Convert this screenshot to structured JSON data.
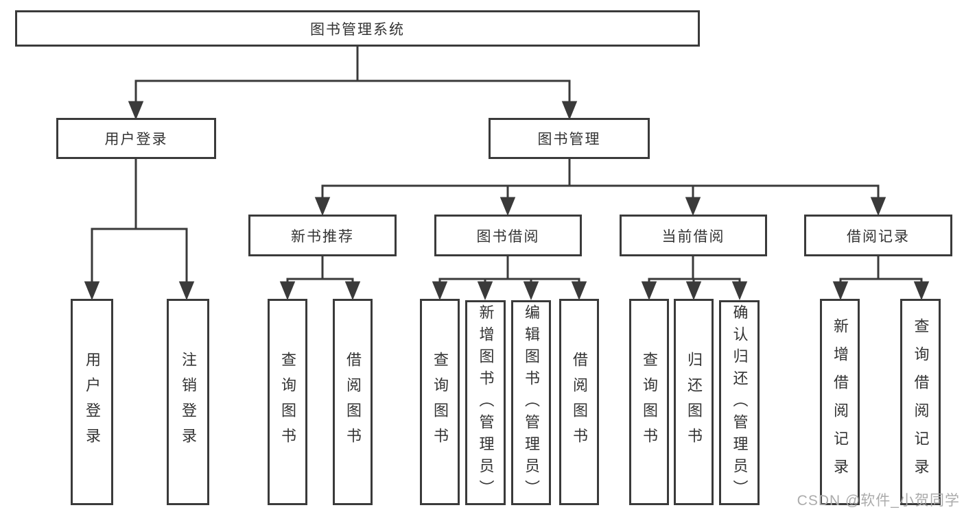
{
  "diagram": {
    "root": {
      "label": "图书管理系统"
    },
    "branches": [
      {
        "label": "用户登录",
        "children": [
          {
            "label": "用户登录"
          },
          {
            "label": "注销登录"
          }
        ]
      },
      {
        "label": "图书管理",
        "children": [
          {
            "label": "新书推荐",
            "children": [
              {
                "label": "查询图书"
              },
              {
                "label": "借阅图书"
              }
            ]
          },
          {
            "label": "图书借阅",
            "children": [
              {
                "label": "查询图书"
              },
              {
                "label": "新增图书（管理员）"
              },
              {
                "label": "编辑图书（管理员）"
              },
              {
                "label": "借阅图书"
              }
            ]
          },
          {
            "label": "当前借阅",
            "children": [
              {
                "label": "查询图书"
              },
              {
                "label": "归还图书"
              },
              {
                "label": "确认归还（管理员）"
              }
            ]
          },
          {
            "label": "借阅记录",
            "children": [
              {
                "label": "新增借阅记录"
              },
              {
                "label": "查询借阅记录"
              }
            ]
          }
        ]
      }
    ],
    "watermark": "CSDN @软件_小贺同学",
    "colors": {
      "line": "#3a3a3a",
      "box_border": "#3a3a3a",
      "text": "#333333",
      "watermark": "#ababab",
      "background": "#ffffff"
    }
  }
}
